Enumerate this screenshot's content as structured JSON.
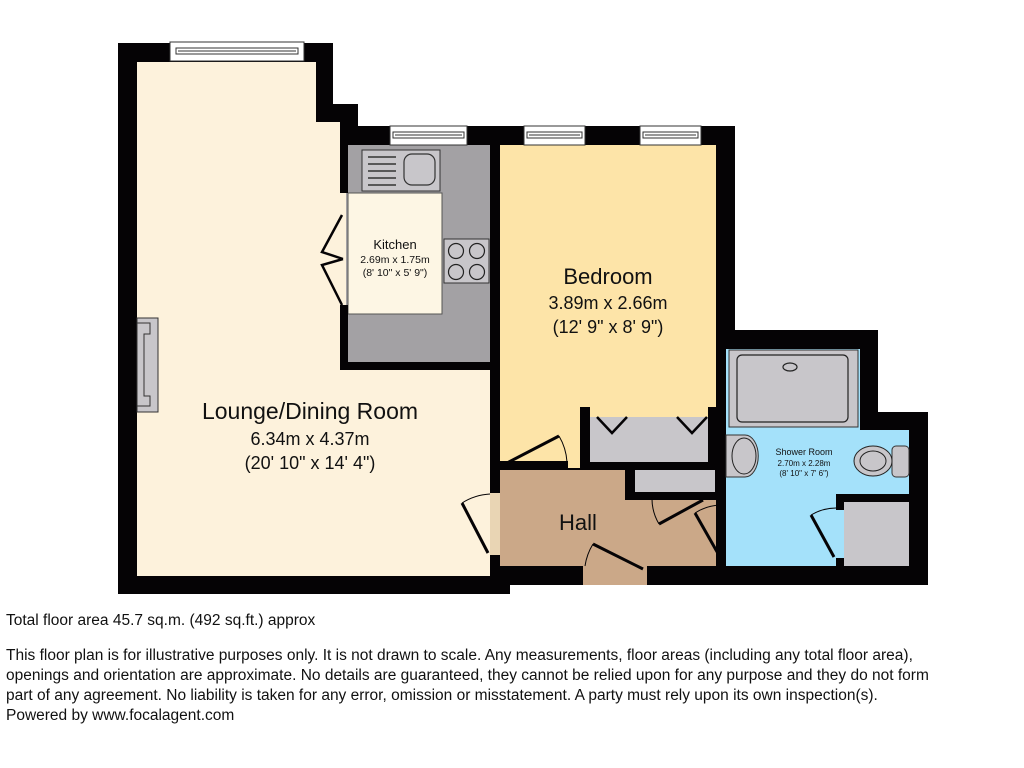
{
  "colors": {
    "wall": "#050305",
    "lounge": "#fdf2dc",
    "kitchen_floor": "#fdf6e4",
    "kitchen_units": "#a3a1a4",
    "bedroom": "#fde4a8",
    "hall": "#cba888",
    "shower_room": "#a4e1fa",
    "fixture": "#c8c6ca",
    "window": "#ffffff"
  },
  "rooms": {
    "lounge": {
      "name": "Lounge/Dining Room",
      "metric": "6.34m x 4.37m",
      "imperial": "(20' 10\" x 14' 4\")"
    },
    "kitchen": {
      "name": "Kitchen",
      "metric": "2.69m x 1.75m",
      "imperial": "(8' 10\" x 5' 9\")"
    },
    "bedroom": {
      "name": "Bedroom",
      "metric": "3.89m x 2.66m",
      "imperial": "(12' 9\" x 8' 9\")"
    },
    "hall": {
      "name": "Hall"
    },
    "shower_room": {
      "name": "Shower Room",
      "metric": "2.70m x 2.28m",
      "imperial": "(8' 10\" x 7' 6\")"
    }
  },
  "fixtures": [
    "window",
    "window",
    "window",
    "window",
    "sink",
    "hob",
    "fireplace",
    "wardrobe",
    "shower-tray",
    "washbasin",
    "toilet",
    "cupboard"
  ],
  "footer": {
    "total_area": "Total floor area 45.7 sq.m. (492 sq.ft.) approx",
    "disclaimer_lines": [
      "This floor plan is for illustrative purposes only. It is not drawn to scale. Any measurements, floor areas (including any total floor area),",
      "openings and orientation are approximate. No details are guaranteed, they cannot be relied upon for any purpose and they do not form",
      "part of any agreement. No liability is taken for any error, omission or misstatement. A party must rely upon its own inspection(s).",
      "Powered by www.focalagent.com"
    ]
  }
}
